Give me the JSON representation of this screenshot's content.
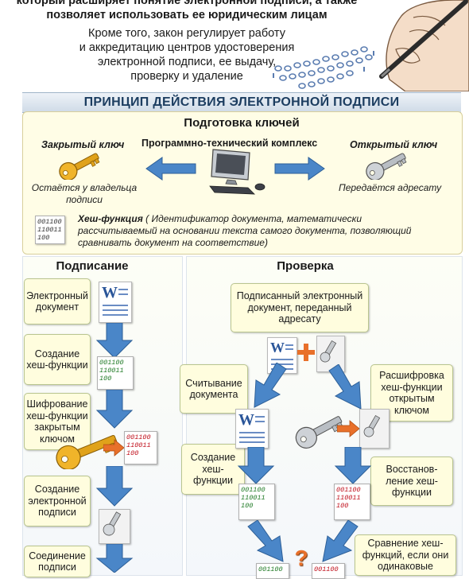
{
  "intro": {
    "line1": "который расширяет понятие электронной подписи, а также",
    "line2": "позволяет использовать ее юридическим лицам",
    "line3": "Кроме того, закон регулирует работу",
    "line4": "и аккредитацию центров удостоверения",
    "line5": "электронной подписи, ее выдачу,",
    "line6": "проверку и удаление"
  },
  "header": {
    "title": "ПРИНЦИП ДЕЙСТВИЯ ЭЛЕКТРОННОЙ ПОДПИСИ"
  },
  "keys": {
    "title": "Подготовка ключей",
    "private_key": "Закрытый ключ",
    "complex": "Программно-технический комплекс",
    "public_key": "Открытый ключ",
    "private_note_1": "Остаётся у владельца",
    "private_note_2": "подписи",
    "public_note": "Передаётся адресату",
    "hash_label": "Хеш-функция",
    "hash_desc_1": "( Идентификатор документа, математически",
    "hash_desc_2": "рассчитываемый на основании текста самого документа, позволяющий",
    "hash_desc_3": "сравнивать документ на соответствие)"
  },
  "hash_code": {
    "l1": "001100",
    "l2": "110011",
    "l3": "100"
  },
  "word_icon": {
    "letter": "W"
  },
  "signing": {
    "title": "Подписание",
    "step1": "Электронный документ",
    "step2": "Создание хеш-функции",
    "step3": "Шифрование хеш-функции закрытым ключом",
    "step4": "Создание электронной подписи",
    "step5": "Соединение подписи"
  },
  "verification": {
    "title": "Проверка",
    "received": "Подписанный электронный документ, переданный адресату",
    "read": "Считывание документа",
    "decrypt": "Расшифровка хеш-функции открытым ключом",
    "create_hash": "Создание хеш-функции",
    "restore": "Восстанов-ление хеш-функции",
    "compare": "Сравнение хеш-функций, если они одинаковые",
    "question": "?"
  },
  "colors": {
    "arrow": "#4a86c8",
    "orange_arrow": "#e8702a",
    "plus": "#e8702a",
    "question": "#e8702a",
    "header_text": "#1c3d60"
  }
}
